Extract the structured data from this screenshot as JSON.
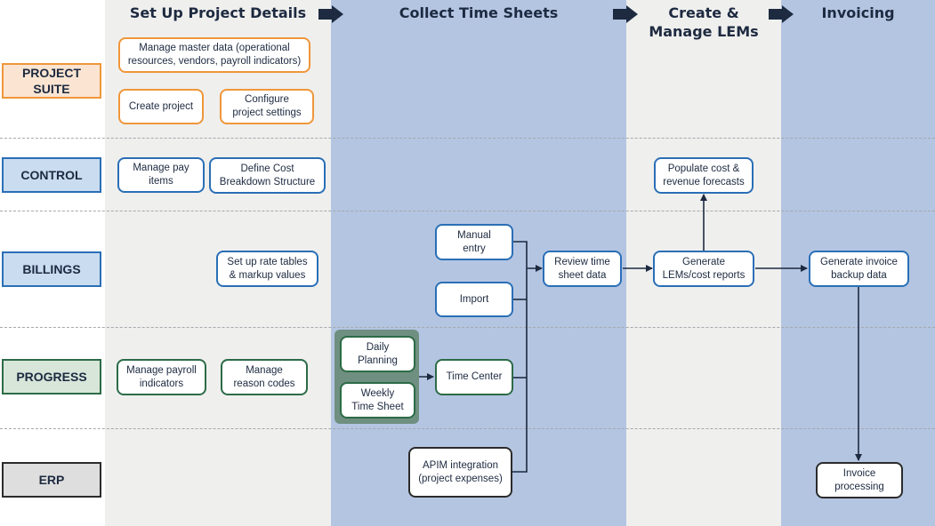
{
  "phases": {
    "setup": "Set Up Project Details",
    "collect": "Collect Time Sheets",
    "lems": "Create &\nManage LEMs",
    "invoicing": "Invoicing"
  },
  "suites": {
    "project_suite": "PROJECT\nSUITE",
    "control": "CONTROL",
    "billings": "BILLINGS",
    "progress": "PROGRESS",
    "erp": "ERP"
  },
  "boxes": {
    "manage_master_data": "Manage master data (operational\nresources, vendors, payroll indicators)",
    "create_project": "Create project",
    "configure_settings": "Configure\nproject settings",
    "manage_pay_items": "Manage pay\nitems",
    "define_cbs": "Define Cost\nBreakdown Structure",
    "populate_forecasts": "Populate cost &\nrevenue forecasts",
    "manual_entry": "Manual\nentry",
    "setup_rate_tables": "Set up rate tables\n& markup values",
    "review_timesheet": "Review time\nsheet data",
    "generate_lems": "Generate\nLEMs/cost reports",
    "generate_invoice_backup": "Generate invoice\nbackup data",
    "import": "Import",
    "daily_planning": "Daily\nPlanning",
    "weekly_timesheet": "Weekly\nTime Sheet",
    "manage_payroll_indicators": "Manage payroll\nindicators",
    "manage_reason_codes": "Manage\nreason codes",
    "time_center": "Time Center",
    "apim_integration": "APIM integration\n(project expenses)",
    "invoice_processing": "Invoice\nprocessing"
  },
  "colors": {
    "orange": "#f0963a",
    "blue": "#2a6fb6",
    "green": "#2c6b47",
    "black": "#2b2b2b",
    "col_gray": "#efefee",
    "col_blue": "#b4c5e2",
    "text": "#1d2a40"
  }
}
